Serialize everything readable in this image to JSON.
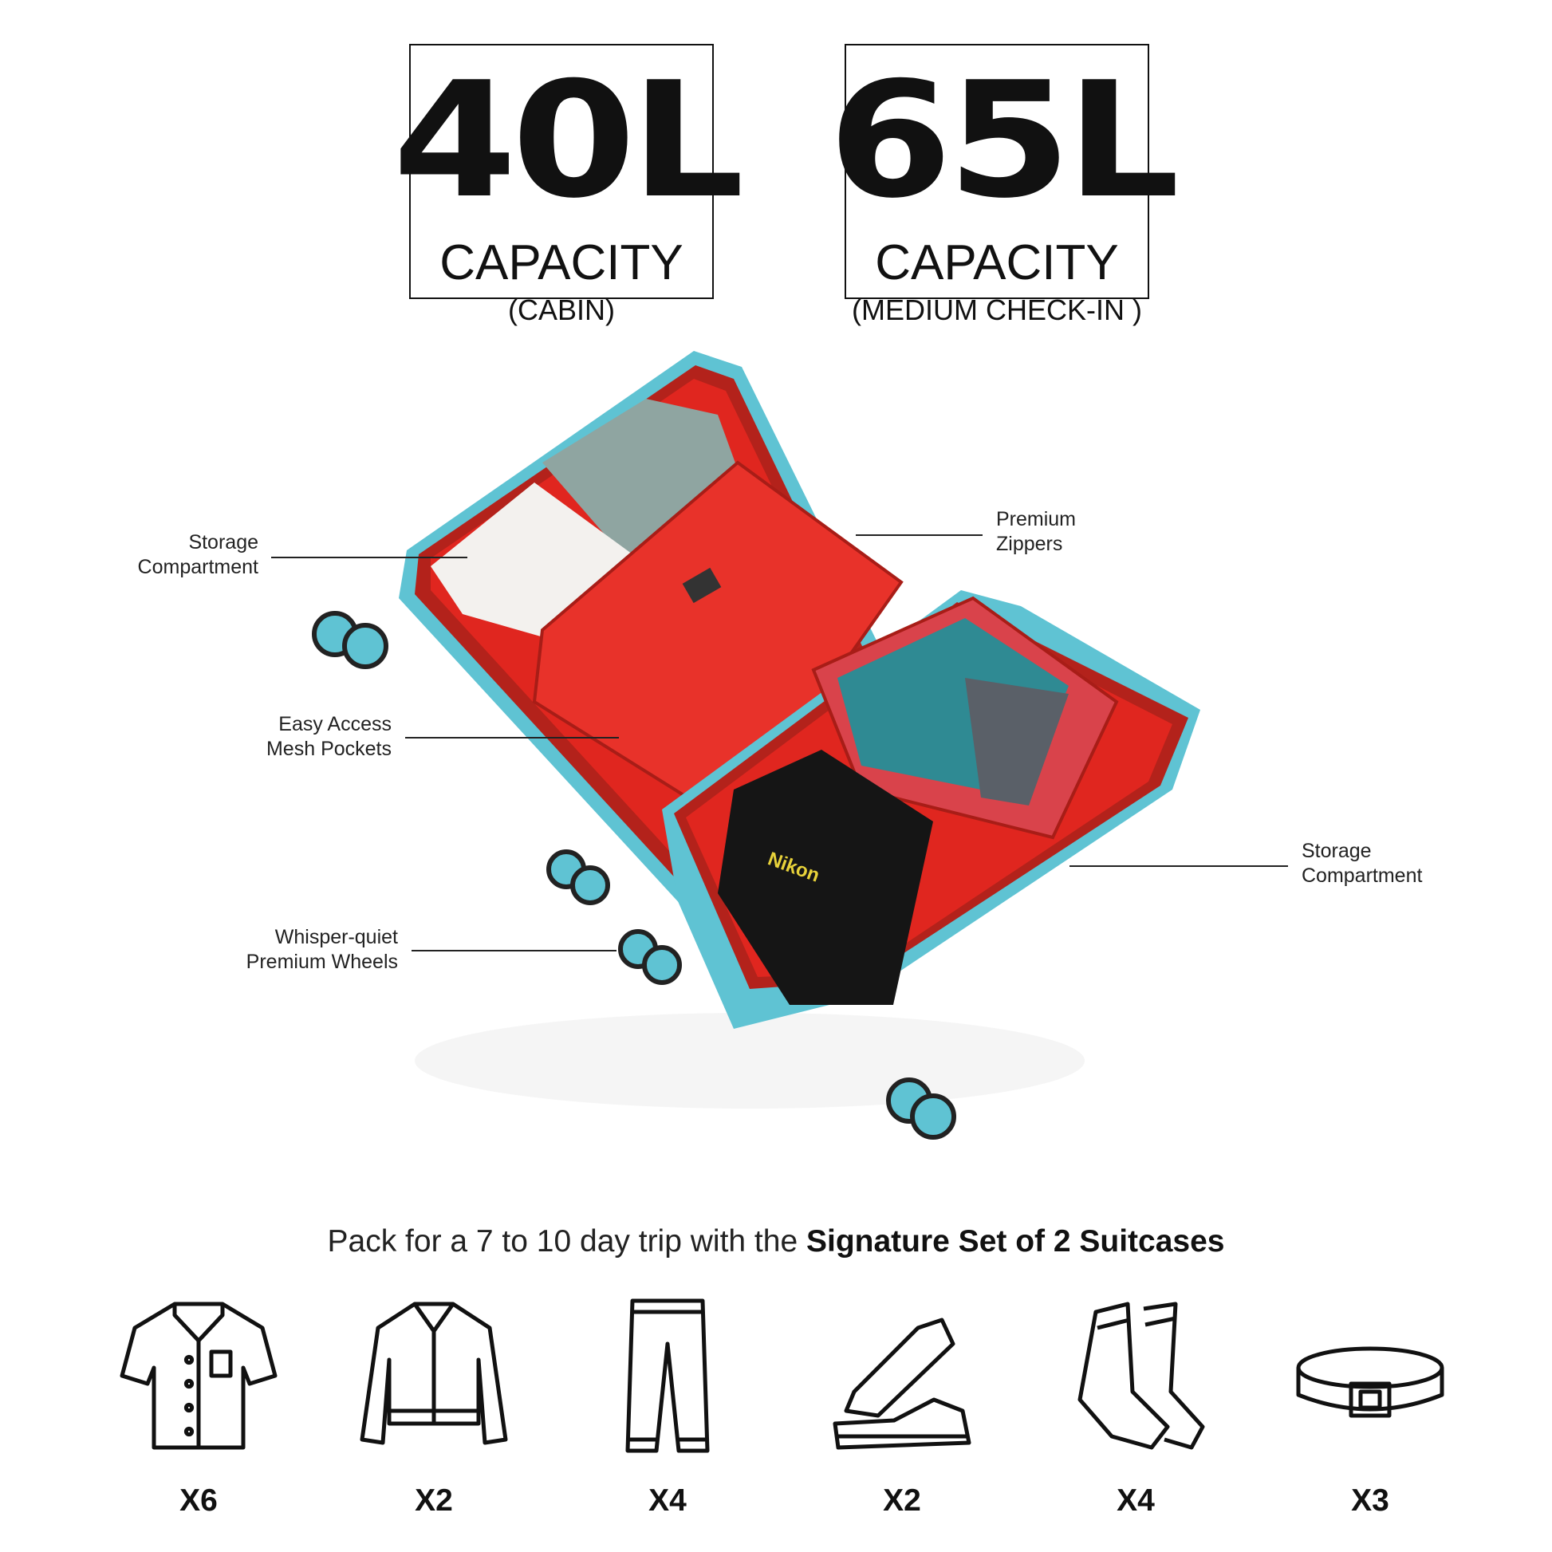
{
  "capacities": [
    {
      "volume": "40L",
      "label": "CAPACITY",
      "sub": "(CABIN)"
    },
    {
      "volume": "65L",
      "label": "CAPACITY",
      "sub": "(MEDIUM CHECK-IN )"
    }
  ],
  "callouts": {
    "storage_left": [
      "Storage",
      "Compartment"
    ],
    "premium_zippers": [
      "Premium",
      "Zippers"
    ],
    "mesh_pockets": [
      "Easy Access",
      "Mesh Pockets"
    ],
    "wheels": [
      "Whisper-quiet",
      "Premium Wheels"
    ],
    "storage_right": [
      "Storage",
      "Compartment"
    ]
  },
  "bag_brand": "Nikon",
  "tagline": {
    "prefix": "Pack for a 7 to 10 day trip with the ",
    "bold": "Signature Set of 2 Suitcases"
  },
  "colors": {
    "shell": "#5fc3d3",
    "interior": "#e0261f",
    "text": "#111111"
  },
  "packing": [
    {
      "icon": "shirt-icon",
      "count": "X6"
    },
    {
      "icon": "jacket-icon",
      "count": "X2"
    },
    {
      "icon": "pants-icon",
      "count": "X4"
    },
    {
      "icon": "sneakers-icon",
      "count": "X2"
    },
    {
      "icon": "socks-icon",
      "count": "X4"
    },
    {
      "icon": "belt-icon",
      "count": "X3"
    }
  ]
}
